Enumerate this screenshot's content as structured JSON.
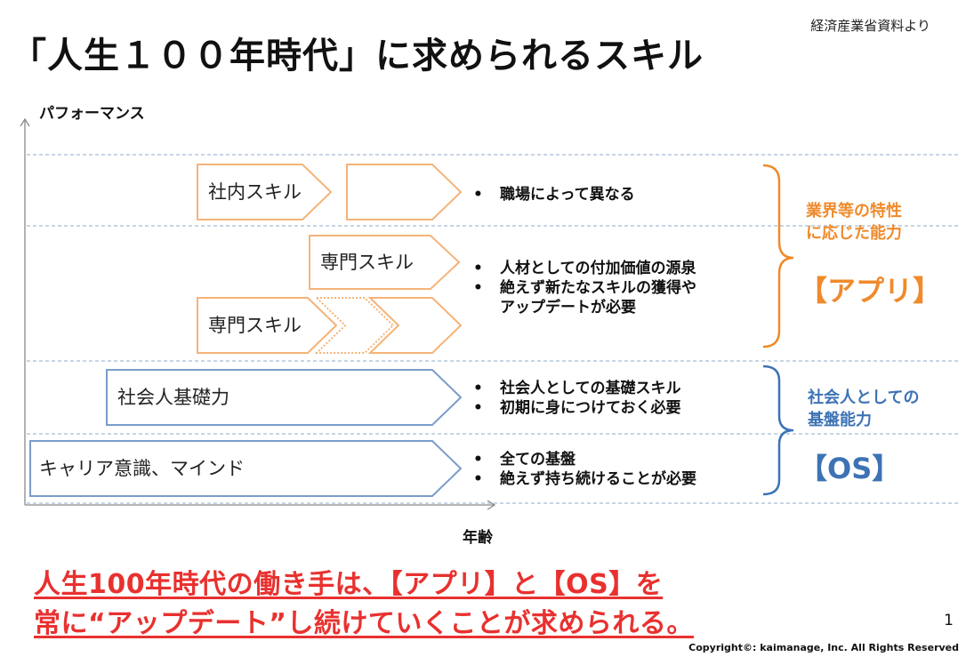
{
  "header": {
    "title": "「人生１００年時代」に求められるスキル",
    "source": "経済産業省資料より"
  },
  "axes": {
    "y_label": "パフォーマンス",
    "x_label": "年齢"
  },
  "skills": {
    "internal": "社内スキル",
    "specialized_top": "専門スキル",
    "specialized_bottom": "専門スキル",
    "basic": "社会人基礎力",
    "career": "キャリア意識、マインド"
  },
  "notes": {
    "internal": [
      "職場によって異なる"
    ],
    "specialized": [
      "人材としての付加価値の源泉",
      "絶えず新たなスキルの獲得や",
      "アップデートが必要"
    ],
    "basic": [
      "社会人としての基礎スキル",
      "初期に身につけておく必要"
    ],
    "career": [
      "全ての基盤",
      "絶えず持ち続けることが必要"
    ]
  },
  "categories": {
    "app": {
      "line1": "業界等の特性",
      "line2": "に応じた能力",
      "label": "【アプリ】",
      "color": "#f08a2b"
    },
    "os": {
      "line1": "社会人としての",
      "line2": "基盤能力",
      "label": "【OS】",
      "color": "#3d73b5"
    }
  },
  "message": {
    "line1": "人生100年時代の働き手は、【アプリ】と【OS】を",
    "line2": "常に“アップデート”し続けていくことが求められる。"
  },
  "footer": {
    "page": "1",
    "copyright": "Copyright©: kaimanage, Inc. All Rights Reserved"
  }
}
